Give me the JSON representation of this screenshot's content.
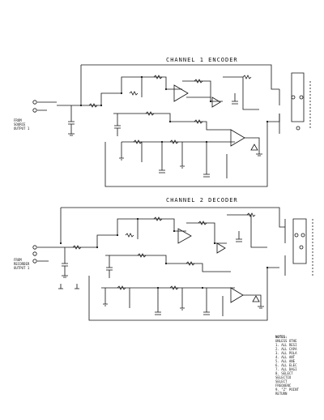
{
  "channel1": {
    "title": "CHANNEL 1  ENCODER",
    "input_label": "FROM\nSOURCE\nOUTPUT 1"
  },
  "channel2": {
    "title": "CHANNEL 2  DECODER",
    "input_label": "FROM\nRECORDER\nOUTPUT 1"
  },
  "notes": {
    "header": "NOTES:",
    "lines": [
      "UNLESS OTHE",
      "1.  ALL RESI",
      "2.  ALL CAPA",
      "3.  ALL POLA",
      "4.  ALL ANT",
      "5.  ALL ANE",
      "6.  ALL ELEC",
      "7.  ALL DAGI",
      "8.  SELECT",
      "    SELECTIO",
      "    SELECT",
      "    FREQUENC",
      "9.  \"Z\" POINT",
      "    RETURN"
    ]
  },
  "colors": {
    "ink": "#111111",
    "paper": "#ffffff"
  }
}
